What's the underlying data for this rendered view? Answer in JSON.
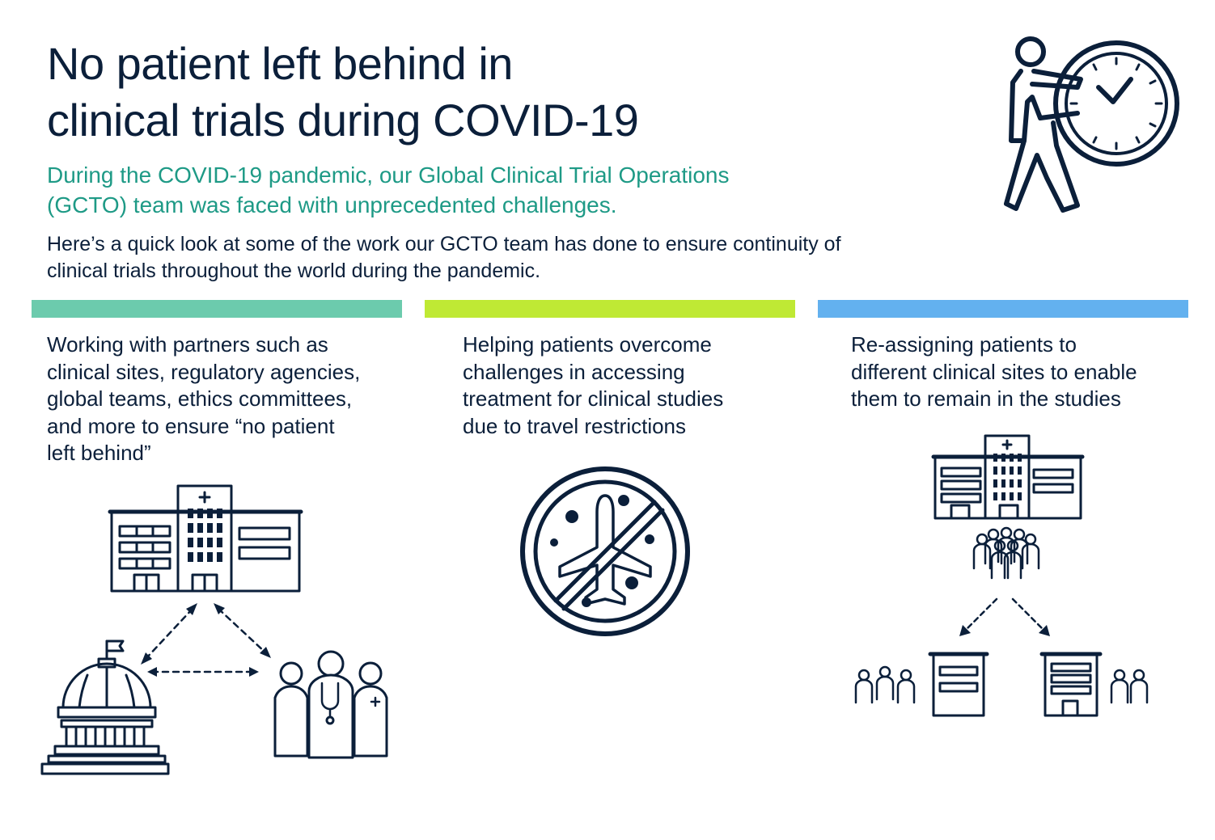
{
  "title": {
    "line1": "No patient left behind in",
    "line2": "clinical trials during COVID-19"
  },
  "subtitle": {
    "line1": "During the COVID-19 pandemic, our Global Clinical Trial Operations",
    "line2": "(GCTO) team was faced with unprecedented challenges."
  },
  "intro": {
    "line1": "Here’s a quick look at some of the work our GCTO team has done to ensure continuity of",
    "line2": "clinical trials throughout the world during the pandemic."
  },
  "colors": {
    "navy": "#0b1f3a",
    "teal_text": "#1e9a86",
    "bar_1": "#6ccbad",
    "bar_2": "#bfe934",
    "bar_3": "#63b1ef"
  },
  "columns": [
    {
      "lines": [
        "Working with partners such as",
        "clinical sites, regulatory agencies,",
        "global teams, ethics committees,",
        "and more to ensure “no patient",
        "left behind”"
      ],
      "icon": "hospital-government-doctors-network-icon"
    },
    {
      "lines": [
        "Helping patients overcome",
        "challenges in accessing",
        "treatment for clinical studies",
        "due to travel restrictions"
      ],
      "icon": "no-travel-airplane-icon"
    },
    {
      "lines": [
        "Re-assigning patients to",
        "different clinical sites to enable",
        "them to remain in the studies"
      ],
      "icon": "patients-reassigned-sites-icon"
    }
  ],
  "header_icon": "person-pushing-clock-icon"
}
